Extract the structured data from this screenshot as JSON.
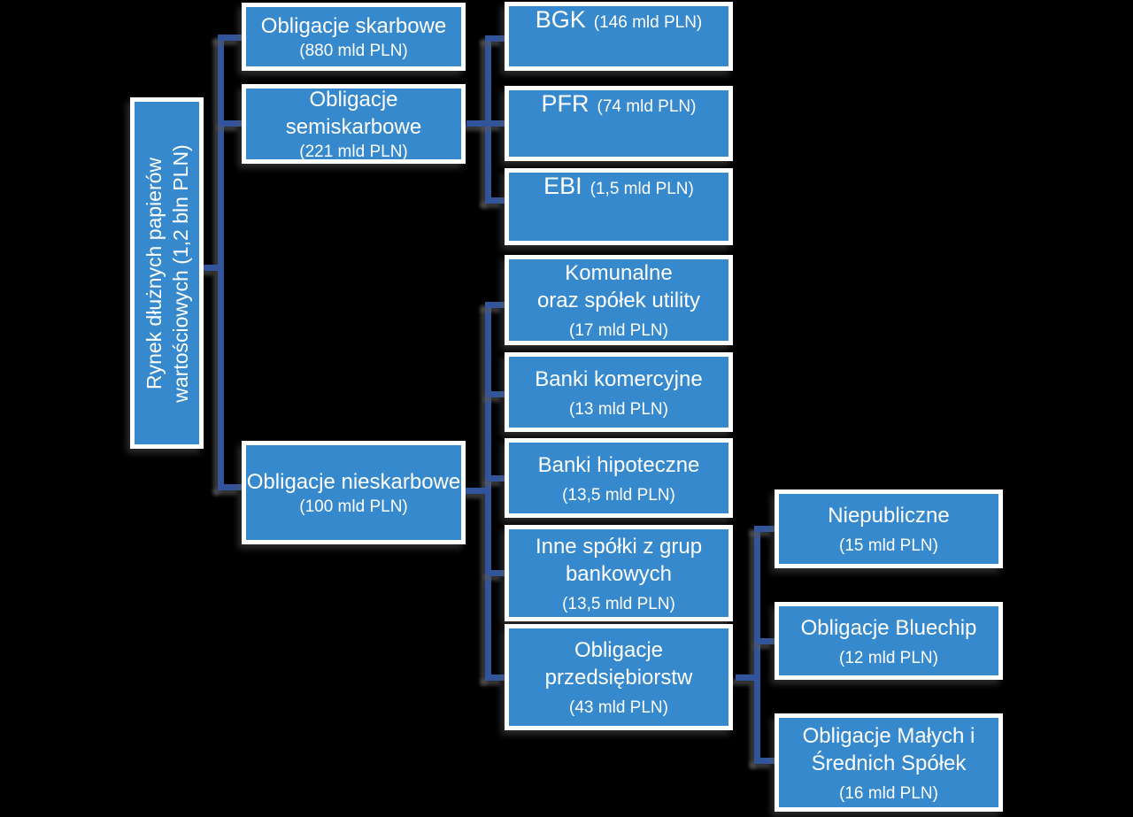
{
  "diagram_title_hidden": "",
  "palette": {
    "background": "#000000",
    "box_fill": "#3689CC",
    "box_border": "#FFFFFF",
    "box_text": "#FFFFFF",
    "connector": "#32549B",
    "connector_shadow": "#595959"
  },
  "market_tree": {
    "root": {
      "title": "Rynek dłużnych papierów\nwartościowych (1,2 bln PLN)"
    },
    "level1": [
      {
        "title": "Obligacje skarbowe",
        "value": "(880 mld PLN)"
      },
      {
        "title": "Obligacje\nsemiskarbowe",
        "value": "(221 mld PLN)"
      },
      {
        "title": "Obligacje nieskarbowe",
        "value": "(100 mld PLN)"
      }
    ],
    "semiskarbowe_children": [
      {
        "title": "BGK",
        "value": "(146 mld PLN)"
      },
      {
        "title": "PFR",
        "value": "(74 mld PLN)"
      },
      {
        "title": "EBI",
        "value": "(1,5 mld PLN)"
      }
    ],
    "nieskarbowe_children": [
      {
        "title": "Komunalne\noraz spółek utility",
        "value": "(17 mld PLN)"
      },
      {
        "title": "Banki komercyjne",
        "value": "(13 mld PLN)"
      },
      {
        "title": "Banki hipoteczne",
        "value": "(13,5 mld PLN)"
      },
      {
        "title": "Inne spółki z grup\nbankowych",
        "value": "(13,5 mld PLN)"
      },
      {
        "title": "Obligacje\nprzedsiębiorstw",
        "value": "(43 mld PLN)"
      }
    ],
    "przedsiebiorstwa_children": [
      {
        "title": "Niepubliczne",
        "value": "(15 mld PLN)"
      },
      {
        "title": "Obligacje Bluechip",
        "value": "(12 mld PLN)"
      },
      {
        "title": "Obligacje Małych i\nŚrednich Spółek",
        "value": "(16 mld PLN)"
      }
    ]
  }
}
